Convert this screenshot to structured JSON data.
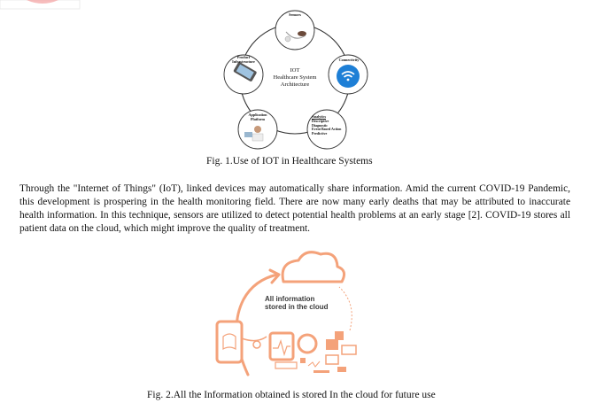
{
  "figure1": {
    "center_lines": [
      "IOT",
      "Healthcare System",
      "Architecture"
    ],
    "nodes": {
      "sensors": "Sensors",
      "connectivity": "Connectivity",
      "analytics": "Analytics",
      "analytics_items": [
        "Descriptive",
        "Diagnostic",
        "Event Based Action",
        "Predictive"
      ],
      "application": "Application Platform",
      "product": "Product Infrastructure"
    },
    "caption": "Fig. 1.Use of IOT in Healthcare Systems"
  },
  "paragraph": "Through the \"Internet of Things\" (IoT), linked devices may automatically share information. Amid the current COVID-19 Pandemic, this development is prospering in the health monitoring field. There are now many early deaths that may be attributed to inaccurate health information. In this technique, sensors are utilized to detect potential health problems at an early stage [2]. COVID-19 stores all patient data on the cloud, which might improve the quality of treatment.",
  "figure2": {
    "cloud_text": [
      "All information",
      "stored in the cloud"
    ],
    "caption": "Fig. 2.All the Information obtained is stored In the cloud for future use",
    "accent_color": "#f4a27a"
  }
}
